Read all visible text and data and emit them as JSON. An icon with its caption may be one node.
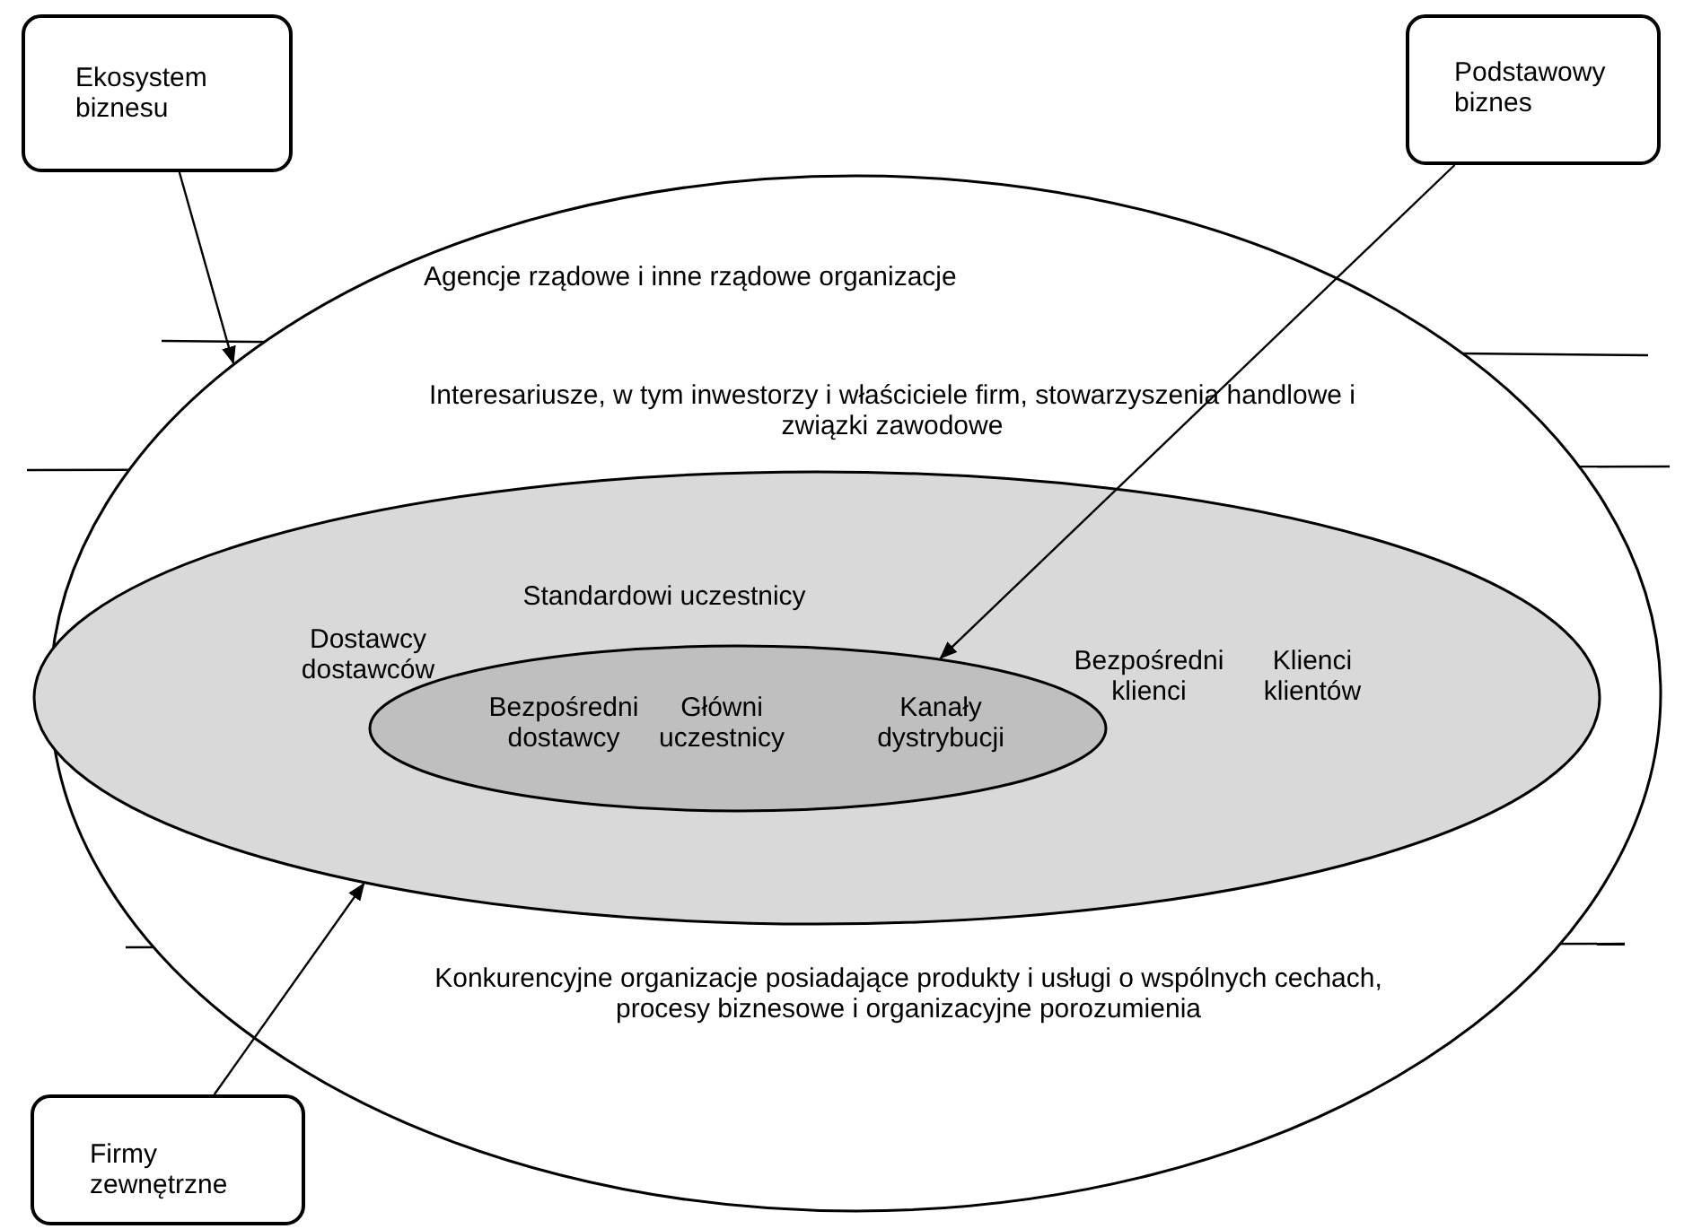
{
  "diagram": {
    "nodes": [
      {
        "text": [
          "Ekosystem biznesu"
        ]
      },
      {
        "text": [
          "Podstawowy biznes"
        ]
      },
      {
        "text": [],
        "shape": "ellipse"
      },
      {
        "text": [
          "Agencje rządowe i inne rządowe organizacje"
        ],
        "in": 2
      },
      {
        "text": [
          "Interesariusze, w tym inwestorzy i właściciele firm, stowarzyszenia handlowe i związki zawodowe"
        ],
        "in": 2
      },
      {
        "text": [
          "Standardowi uczestnicy",
          "Dostawcy dostawców",
          "Bezpośredni klienci",
          "Klienci klientów"
        ],
        "in": 2
      },
      {
        "text": [
          "Bezpośredni dostawcy",
          "Główni uczestnicy",
          "Kanały dystrybucji"
        ],
        "in": 5
      },
      {
        "text": [
          "Konkurencyjne organizacje posiadające produkty i usługi o wspólnych cechach, procesy biznesowe i organizacyjne porozumienia"
        ],
        "in": 2
      },
      {
        "text": [
          "Firmy zewnętrzne"
        ]
      }
    ],
    "edges": [
      {
        "from": 0,
        "to": 2,
        "arrow": "to"
      },
      {
        "from": 1,
        "to": 6,
        "arrow": "to"
      },
      {
        "from": 8,
        "to": 5,
        "arrow": "to"
      }
    ]
  }
}
